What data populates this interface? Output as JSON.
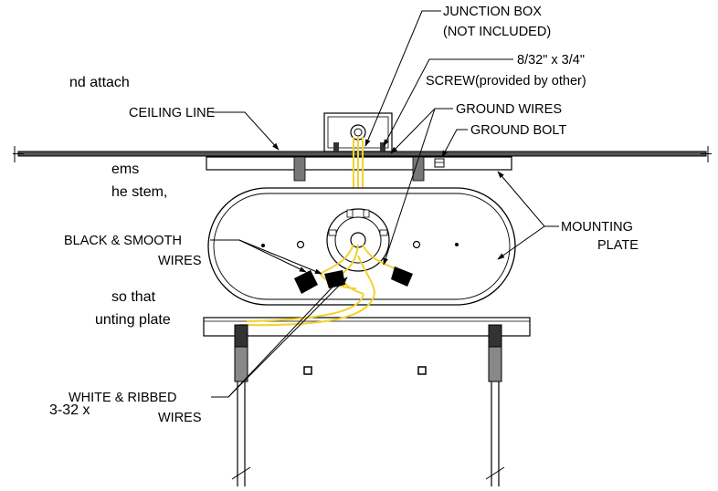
{
  "instructions": {
    "line1": "nd attach",
    "line2": "ems",
    "line3": "he stem,",
    "line4": "so that",
    "line5": "unting plate",
    "line6": "3-32 x"
  },
  "labels": {
    "junction_box_line1": "JUNCTION BOX",
    "junction_box_line2": "(NOT INCLUDED)",
    "screw_line1": "8/32\" x 3/4\"",
    "screw_line2": "SCREW(provided by other)",
    "ceiling_line": "CEILING LINE",
    "ground_wires": "GROUND WIRES",
    "ground_bolt": "GROUND BOLT",
    "mounting_plate_line1": "MOUNTING",
    "mounting_plate_line2": "PLATE",
    "black_smooth_line1": "BLACK & SMOOTH",
    "black_smooth_line2": "WIRES",
    "white_ribbed_line1": "WHITE & RIBBED",
    "white_ribbed_line2": "WIRES"
  },
  "colors": {
    "line": "#000000",
    "wire_yellow": "#f2d230",
    "stem_gray": "#5a5a5a",
    "plate_gray": "#7a7a7a"
  }
}
